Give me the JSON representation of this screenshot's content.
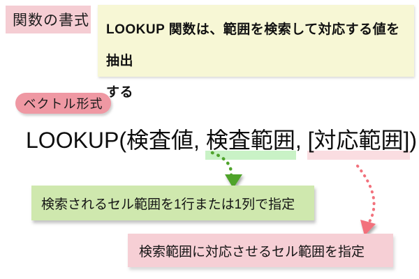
{
  "labels": {
    "format_label": "関数の書式",
    "vector_label": "ベクトル形式"
  },
  "description_box": {
    "line1": "LOOKUP 関数は、範囲を検索して対応する値を抽出",
    "line2": "する"
  },
  "formula": {
    "prefix": "LOOKUP(検査値, ",
    "search_range": "検査範囲",
    "separator": ", ",
    "result_range": "[対応範囲]",
    "suffix": ")"
  },
  "callouts": {
    "green_note": "検索されるセル範囲を1行または1列で指定",
    "pink_note": "検索範囲に対応させるセル範囲を指定"
  },
  "colors": {
    "yellow_bg": "#f7f7d5",
    "pink_label_bg": "#f5cdd3",
    "pill_bg": "#ef98a3",
    "green_box_bg": "#cfe8ae",
    "pink_box_bg": "#f6cfd5",
    "green_highlight": "#c9f2c6",
    "pink_highlight": "#fadde1",
    "green_arrow": "#4fa32c",
    "pink_arrow": "#f2717c"
  }
}
